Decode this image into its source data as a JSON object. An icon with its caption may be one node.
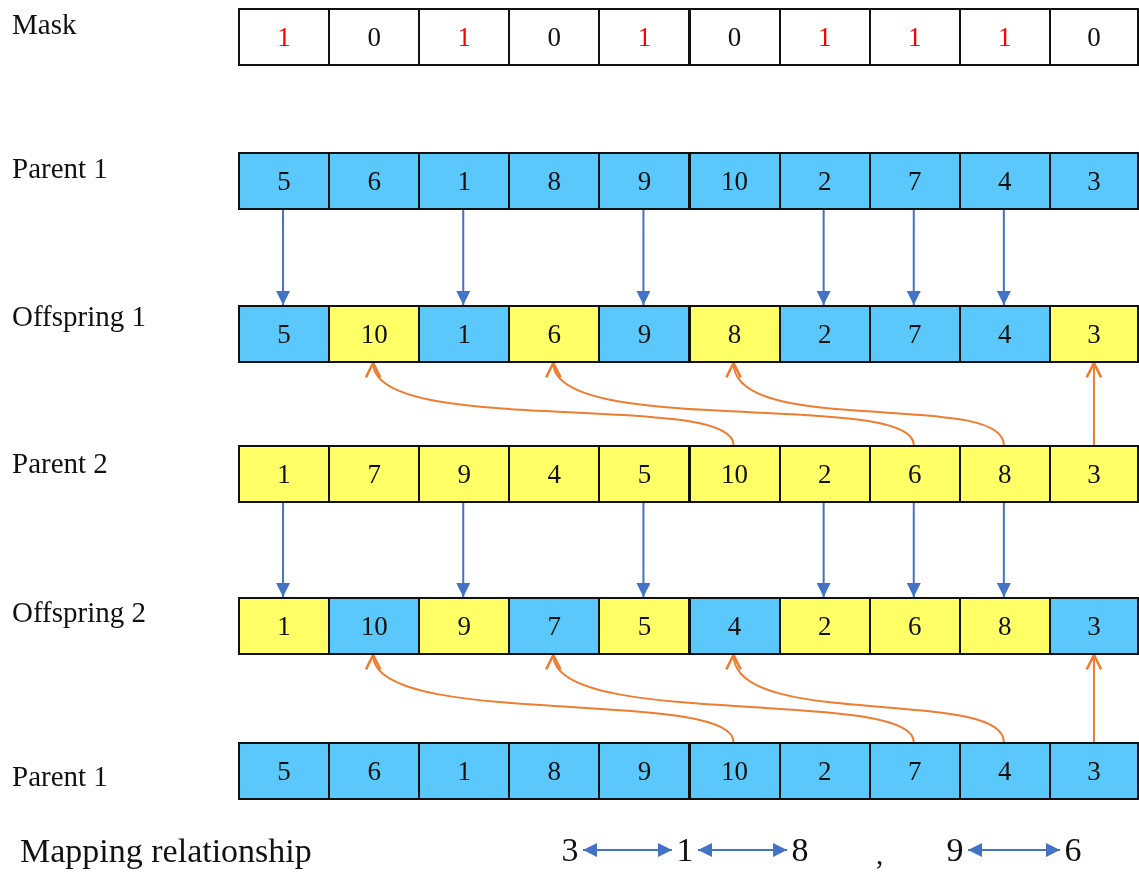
{
  "diagram": {
    "nodes": [
      {
        "text": [
          "1"
        ]
      },
      {
        "text": [
          "0"
        ]
      },
      {
        "text": [
          "1"
        ]
      },
      {
        "text": [
          "0"
        ]
      },
      {
        "text": [
          "1"
        ]
      },
      {
        "text": [
          "0"
        ]
      },
      {
        "text": [
          "1"
        ]
      },
      {
        "text": [
          "1"
        ]
      },
      {
        "text": [
          "1"
        ]
      },
      {
        "text": [
          "0"
        ]
      },
      {
        "text": [
          "5"
        ]
      },
      {
        "text": [
          "6"
        ]
      },
      {
        "text": [
          "1"
        ]
      },
      {
        "text": [
          "8"
        ]
      },
      {
        "text": [
          "9"
        ]
      },
      {
        "text": [
          "10"
        ]
      },
      {
        "text": [
          "2"
        ]
      },
      {
        "text": [
          "7"
        ]
      },
      {
        "text": [
          "4"
        ]
      },
      {
        "text": [
          "3"
        ]
      },
      {
        "text": [
          "5"
        ]
      },
      {
        "text": [
          "10"
        ]
      },
      {
        "text": [
          "1"
        ]
      },
      {
        "text": [
          "6"
        ]
      },
      {
        "text": [
          "9"
        ]
      },
      {
        "text": [
          "8"
        ]
      },
      {
        "text": [
          "2"
        ]
      },
      {
        "text": [
          "7"
        ]
      },
      {
        "text": [
          "4"
        ]
      },
      {
        "text": [
          "3"
        ]
      },
      {
        "text": [
          "1"
        ]
      },
      {
        "text": [
          "7"
        ]
      },
      {
        "text": [
          "9"
        ]
      },
      {
        "text": [
          "4"
        ]
      },
      {
        "text": [
          "5"
        ]
      },
      {
        "text": [
          "10"
        ]
      },
      {
        "text": [
          "2"
        ]
      },
      {
        "text": [
          "6"
        ]
      },
      {
        "text": [
          "8"
        ]
      },
      {
        "text": [
          "3"
        ]
      },
      {
        "text": [
          "1"
        ]
      },
      {
        "text": [
          "10"
        ]
      },
      {
        "text": [
          "9"
        ]
      },
      {
        "text": [
          "7"
        ]
      },
      {
        "text": [
          "5"
        ]
      },
      {
        "text": [
          "4"
        ]
      },
      {
        "text": [
          "2"
        ]
      },
      {
        "text": [
          "6"
        ]
      },
      {
        "text": [
          "8"
        ]
      },
      {
        "text": [
          "3"
        ]
      },
      {
        "text": [
          "5"
        ]
      },
      {
        "text": [
          "6"
        ]
      },
      {
        "text": [
          "1"
        ]
      },
      {
        "text": [
          "8"
        ]
      },
      {
        "text": [
          "9"
        ]
      },
      {
        "text": [
          "10"
        ]
      },
      {
        "text": [
          "2"
        ]
      },
      {
        "text": [
          "7"
        ]
      },
      {
        "text": [
          "4"
        ]
      },
      {
        "text": [
          "3"
        ]
      },
      {
        "text": [
          "3"
        ]
      },
      {
        "text": [
          "1"
        ]
      },
      {
        "text": [
          "8"
        ]
      },
      {
        "text": [
          "9"
        ]
      },
      {
        "text": [
          "6"
        ]
      }
    ],
    "edges": [
      {
        "from": 10,
        "to": 20,
        "arrow": "to"
      },
      {
        "from": 12,
        "to": 22,
        "arrow": "to"
      },
      {
        "from": 14,
        "to": 24,
        "arrow": "to"
      },
      {
        "from": 16,
        "to": 26,
        "arrow": "to"
      },
      {
        "from": 17,
        "to": 27,
        "arrow": "to"
      },
      {
        "from": 18,
        "to": 28,
        "arrow": "to"
      },
      {
        "from": 35,
        "to": 21,
        "arrow": "to",
        "color": "#ed7d31"
      },
      {
        "from": 37,
        "to": 23,
        "arrow": "to",
        "color": "#ed7d31"
      },
      {
        "from": 38,
        "to": 25,
        "arrow": "to",
        "color": "#ed7d31"
      },
      {
        "from": 39,
        "to": 29,
        "arrow": "to",
        "color": "#ed7d31"
      },
      {
        "from": 30,
        "to": 40,
        "arrow": "to"
      },
      {
        "from": 32,
        "to": 42,
        "arrow": "to"
      },
      {
        "from": 34,
        "to": 44,
        "arrow": "to"
      },
      {
        "from": 36,
        "to": 46,
        "arrow": "to"
      },
      {
        "from": 37,
        "to": 47,
        "arrow": "to"
      },
      {
        "from": 38,
        "to": 48,
        "arrow": "to"
      },
      {
        "from": 55,
        "to": 41,
        "arrow": "to",
        "color": "#ed7d31"
      },
      {
        "from": 57,
        "to": 43,
        "arrow": "to",
        "color": "#ed7d31"
      },
      {
        "from": 58,
        "to": 45,
        "arrow": "to",
        "color": "#ed7d31"
      },
      {
        "from": 59,
        "to": 49,
        "arrow": "to",
        "color": "#ed7d31"
      },
      {
        "from": 60,
        "to": 61,
        "arrow": "both"
      },
      {
        "from": 61,
        "to": 62,
        "arrow": "both"
      },
      {
        "from": 63,
        "to": 64,
        "arrow": "both"
      }
    ],
    "labels": [
      "Mask",
      "Parent 1",
      "Offspring 1",
      "Parent 2",
      "Offspring 2",
      "Parent 1",
      "Mapping relationship",
      ","
    ]
  }
}
